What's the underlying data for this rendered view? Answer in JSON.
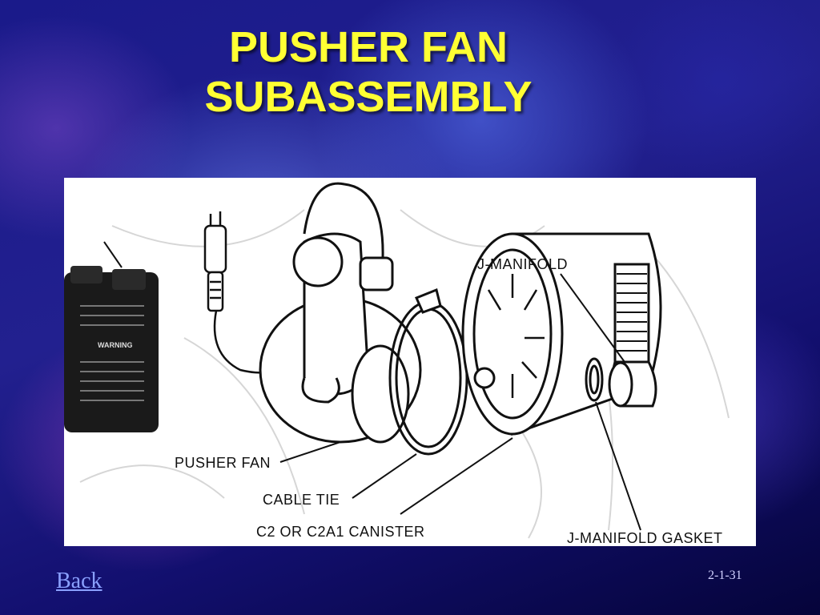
{
  "slide": {
    "title_line1": "PUSHER FAN",
    "title_line2": "SUBASSEMBLY",
    "slide_number": "2-1-31"
  },
  "figure": {
    "labels": {
      "j_manifold": "J-MANIFOLD",
      "pusher_fan": "PUSHER FAN",
      "cable_tie": "CABLE TIE",
      "canister": "C2 OR C2A1 CANISTER",
      "j_manifold_gasket": "J-MANIFOLD GASKET"
    },
    "battery_text": "WARNING"
  },
  "navigation": {
    "back_label": "Back"
  }
}
